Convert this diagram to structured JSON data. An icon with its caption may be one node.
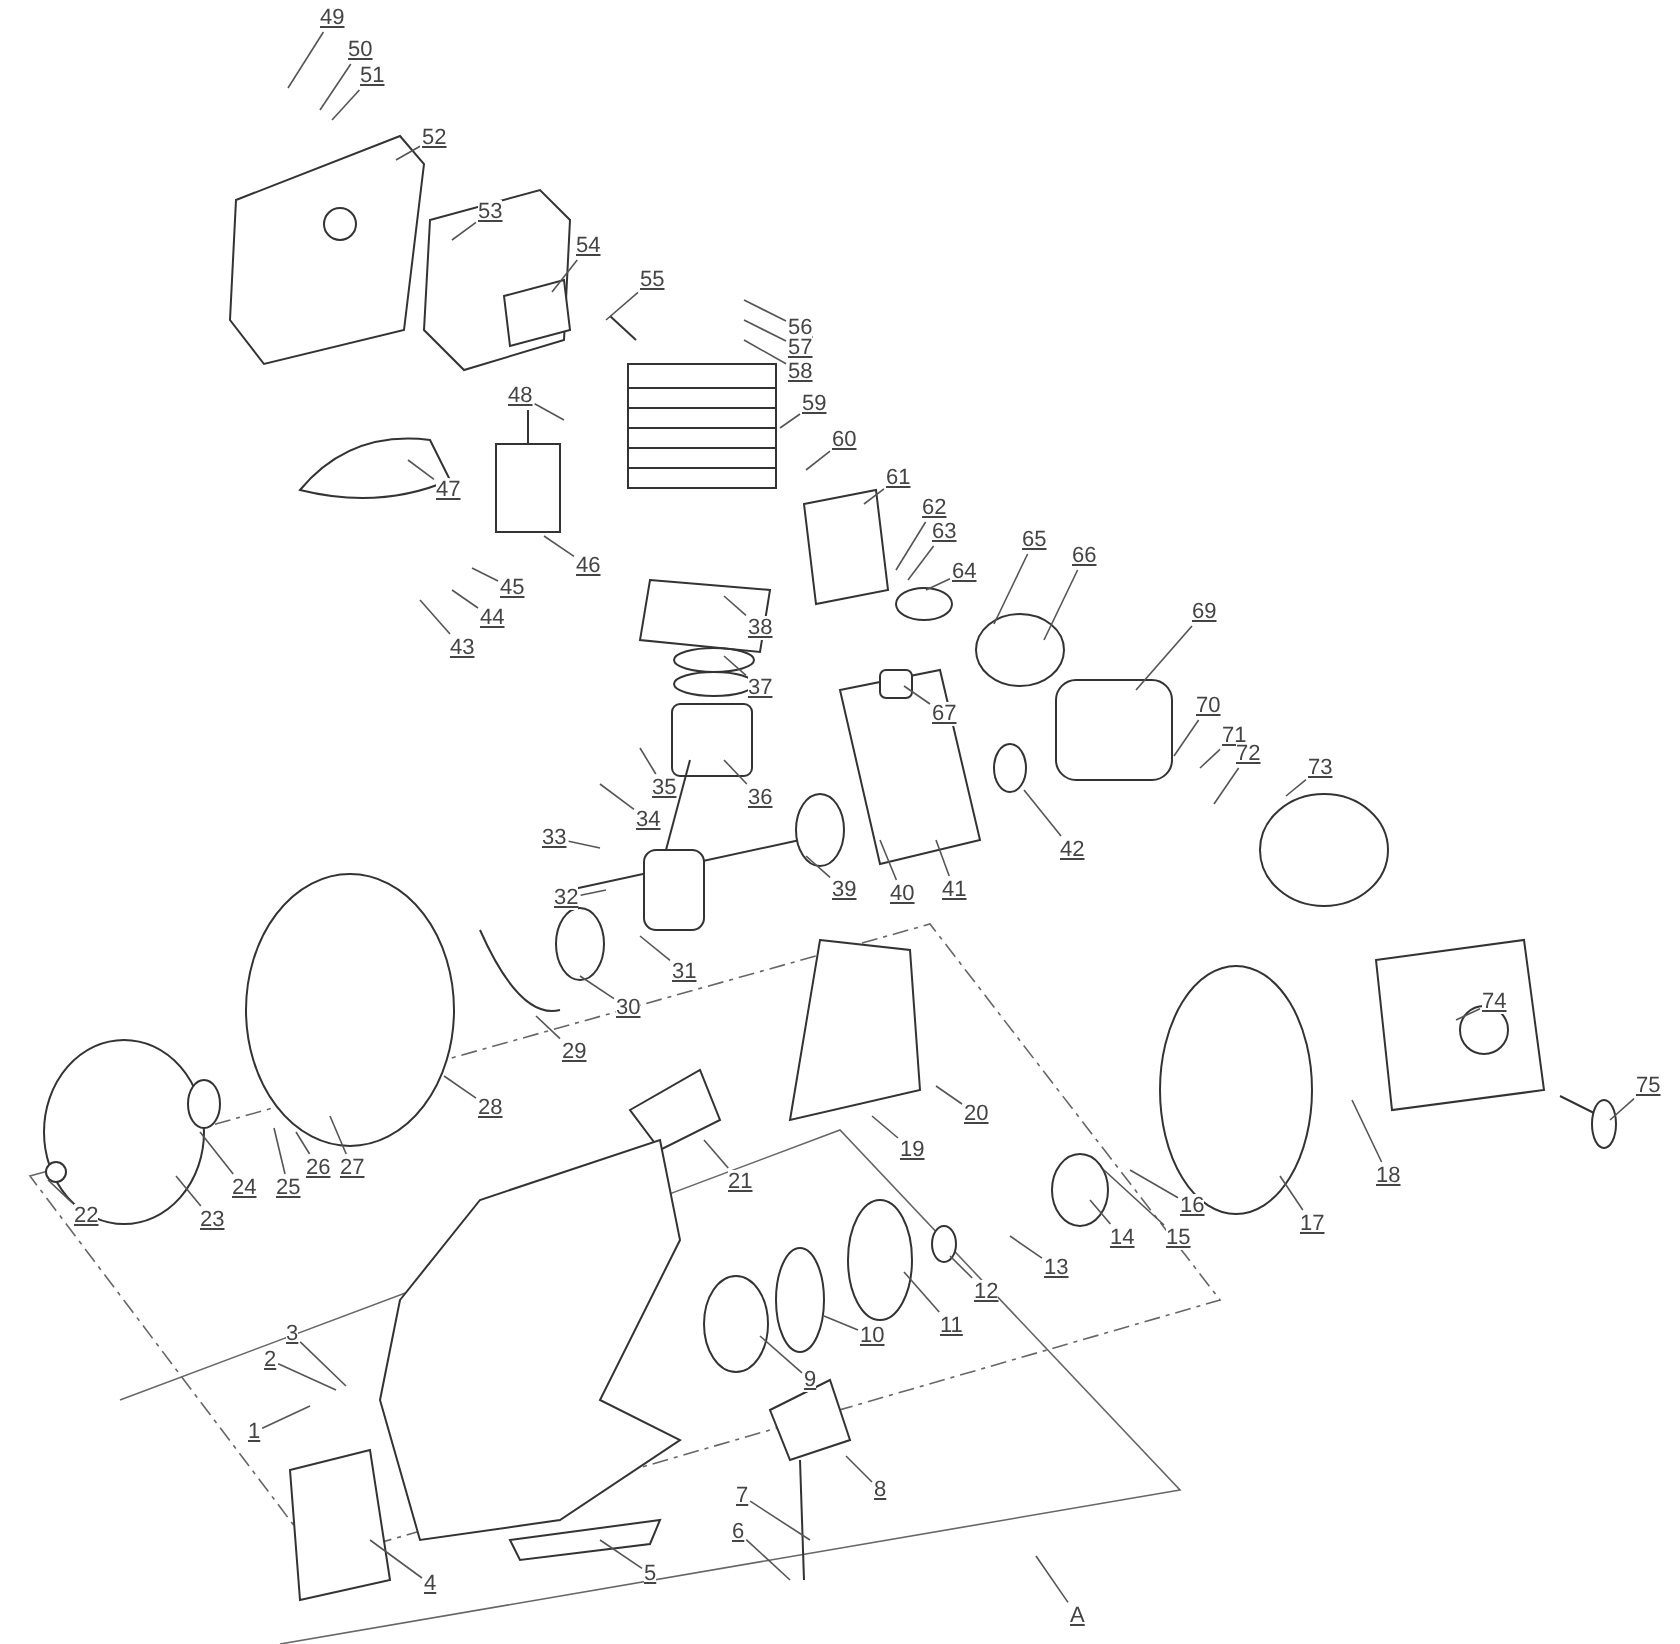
{
  "diagram": {
    "nodes": [
      {
        "text": [
          "1"
        ]
      },
      {
        "text": [
          "2"
        ]
      },
      {
        "text": [
          "3"
        ]
      },
      {
        "text": [
          "4"
        ]
      },
      {
        "text": [
          "5"
        ]
      },
      {
        "text": [
          "6"
        ]
      },
      {
        "text": [
          "7"
        ]
      },
      {
        "text": [
          "8"
        ]
      },
      {
        "text": [
          "9"
        ]
      },
      {
        "text": [
          "10"
        ]
      },
      {
        "text": [
          "11"
        ]
      },
      {
        "text": [
          "12"
        ]
      },
      {
        "text": [
          "13"
        ]
      },
      {
        "text": [
          "14"
        ]
      },
      {
        "text": [
          "15"
        ]
      },
      {
        "text": [
          "16"
        ]
      },
      {
        "text": [
          "17"
        ]
      },
      {
        "text": [
          "18"
        ]
      },
      {
        "text": [
          "19"
        ]
      },
      {
        "text": [
          "20"
        ]
      },
      {
        "text": [
          "21"
        ]
      },
      {
        "text": [
          "22"
        ]
      },
      {
        "text": [
          "23"
        ]
      },
      {
        "text": [
          "24"
        ]
      },
      {
        "text": [
          "25"
        ]
      },
      {
        "text": [
          "26"
        ]
      },
      {
        "text": [
          "27"
        ]
      },
      {
        "text": [
          "28"
        ]
      },
      {
        "text": [
          "29"
        ]
      },
      {
        "text": [
          "30"
        ]
      },
      {
        "text": [
          "31"
        ]
      },
      {
        "text": [
          "32"
        ]
      },
      {
        "text": [
          "33"
        ]
      },
      {
        "text": [
          "34"
        ]
      },
      {
        "text": [
          "35"
        ]
      },
      {
        "text": [
          "36"
        ]
      },
      {
        "text": [
          "37"
        ]
      },
      {
        "text": [
          "38"
        ]
      },
      {
        "text": [
          "39"
        ]
      },
      {
        "text": [
          "40"
        ]
      },
      {
        "text": [
          "41"
        ]
      },
      {
        "text": [
          "42"
        ]
      },
      {
        "text": [
          "43"
        ]
      },
      {
        "text": [
          "44"
        ]
      },
      {
        "text": [
          "45"
        ]
      },
      {
        "text": [
          "46"
        ]
      },
      {
        "text": [
          "47"
        ]
      },
      {
        "text": [
          "48"
        ]
      },
      {
        "text": [
          "49"
        ]
      },
      {
        "text": [
          "50"
        ]
      },
      {
        "text": [
          "51"
        ]
      },
      {
        "text": [
          "52"
        ]
      },
      {
        "text": [
          "53"
        ]
      },
      {
        "text": [
          "54"
        ]
      },
      {
        "text": [
          "55"
        ]
      },
      {
        "text": [
          "56"
        ]
      },
      {
        "text": [
          "57"
        ]
      },
      {
        "text": [
          "58"
        ]
      },
      {
        "text": [
          "59"
        ]
      },
      {
        "text": [
          "60"
        ]
      },
      {
        "text": [
          "61"
        ]
      },
      {
        "text": [
          "62"
        ]
      },
      {
        "text": [
          "63"
        ]
      },
      {
        "text": [
          "64"
        ]
      },
      {
        "text": [
          "65"
        ]
      },
      {
        "text": [
          "66"
        ]
      },
      {
        "text": [
          "67"
        ]
      },
      {
        "text": [
          "69"
        ]
      },
      {
        "text": [
          "70"
        ]
      },
      {
        "text": [
          "71"
        ]
      },
      {
        "text": [
          "72"
        ]
      },
      {
        "text": [
          "73"
        ]
      },
      {
        "text": [
          "74"
        ]
      },
      {
        "text": [
          "75"
        ]
      },
      {
        "text": [
          "A"
        ]
      }
    ],
    "edges": [
      {
        "from": 0,
        "to": null,
        "arrow": "none"
      },
      {
        "from": 1,
        "to": null,
        "arrow": "none"
      },
      {
        "from": 2,
        "to": null,
        "arrow": "none"
      },
      {
        "from": 3,
        "to": null,
        "arrow": "none"
      },
      {
        "from": 4,
        "to": null,
        "arrow": "none"
      },
      {
        "from": 5,
        "to": null,
        "arrow": "none"
      },
      {
        "from": 6,
        "to": null,
        "arrow": "none"
      },
      {
        "from": 7,
        "to": null,
        "arrow": "none"
      },
      {
        "from": 8,
        "to": null,
        "arrow": "none"
      },
      {
        "from": 9,
        "to": null,
        "arrow": "none"
      },
      {
        "from": 10,
        "to": null,
        "arrow": "none"
      },
      {
        "from": 11,
        "to": null,
        "arrow": "none"
      },
      {
        "from": 12,
        "to": null,
        "arrow": "none"
      },
      {
        "from": 13,
        "to": null,
        "arrow": "none"
      },
      {
        "from": 14,
        "to": null,
        "arrow": "none"
      },
      {
        "from": 15,
        "to": null,
        "arrow": "none"
      },
      {
        "from": 16,
        "to": null,
        "arrow": "none"
      },
      {
        "from": 17,
        "to": null,
        "arrow": "none"
      },
      {
        "from": 18,
        "to": null,
        "arrow": "none"
      },
      {
        "from": 19,
        "to": null,
        "arrow": "none"
      },
      {
        "from": 20,
        "to": null,
        "arrow": "none"
      },
      {
        "from": 21,
        "to": null,
        "arrow": "none"
      },
      {
        "from": 22,
        "to": null,
        "arrow": "none"
      },
      {
        "from": 23,
        "to": null,
        "arrow": "none"
      },
      {
        "from": 24,
        "to": null,
        "arrow": "none"
      },
      {
        "from": 25,
        "to": null,
        "arrow": "none"
      },
      {
        "from": 26,
        "to": null,
        "arrow": "none"
      },
      {
        "from": 27,
        "to": null,
        "arrow": "none"
      },
      {
        "from": 28,
        "to": null,
        "arrow": "none"
      },
      {
        "from": 29,
        "to": null,
        "arrow": "none"
      },
      {
        "from": 30,
        "to": null,
        "arrow": "none"
      },
      {
        "from": 31,
        "to": null,
        "arrow": "none"
      },
      {
        "from": 32,
        "to": null,
        "arrow": "none"
      },
      {
        "from": 33,
        "to": null,
        "arrow": "none"
      },
      {
        "from": 34,
        "to": null,
        "arrow": "none"
      },
      {
        "from": 35,
        "to": null,
        "arrow": "none"
      },
      {
        "from": 36,
        "to": null,
        "arrow": "none"
      },
      {
        "from": 37,
        "to": null,
        "arrow": "none"
      },
      {
        "from": 38,
        "to": null,
        "arrow": "none"
      },
      {
        "from": 39,
        "to": null,
        "arrow": "none"
      },
      {
        "from": 40,
        "to": null,
        "arrow": "none"
      },
      {
        "from": 41,
        "to": null,
        "arrow": "none"
      },
      {
        "from": 42,
        "to": null,
        "arrow": "none"
      },
      {
        "from": 43,
        "to": null,
        "arrow": "none"
      },
      {
        "from": 44,
        "to": null,
        "arrow": "none"
      },
      {
        "from": 45,
        "to": null,
        "arrow": "none"
      },
      {
        "from": 46,
        "to": null,
        "arrow": "none"
      },
      {
        "from": 47,
        "to": null,
        "arrow": "none"
      },
      {
        "from": 48,
        "to": null,
        "arrow": "none"
      },
      {
        "from": 49,
        "to": null,
        "arrow": "none"
      },
      {
        "from": 50,
        "to": null,
        "arrow": "none"
      },
      {
        "from": 51,
        "to": null,
        "arrow": "none"
      },
      {
        "from": 52,
        "to": null,
        "arrow": "none"
      },
      {
        "from": 53,
        "to": null,
        "arrow": "none"
      },
      {
        "from": 54,
        "to": null,
        "arrow": "none"
      },
      {
        "from": 55,
        "to": null,
        "arrow": "none"
      },
      {
        "from": 56,
        "to": null,
        "arrow": "none"
      },
      {
        "from": 57,
        "to": null,
        "arrow": "none"
      },
      {
        "from": 58,
        "to": null,
        "arrow": "none"
      },
      {
        "from": 59,
        "to": null,
        "arrow": "none"
      },
      {
        "from": 60,
        "to": null,
        "arrow": "none"
      },
      {
        "from": 61,
        "to": null,
        "arrow": "none"
      },
      {
        "from": 62,
        "to": null,
        "arrow": "none"
      },
      {
        "from": 63,
        "to": null,
        "arrow": "none"
      },
      {
        "from": 64,
        "to": null,
        "arrow": "none"
      },
      {
        "from": 65,
        "to": null,
        "arrow": "none"
      },
      {
        "from": 66,
        "to": null,
        "arrow": "none"
      },
      {
        "from": 67,
        "to": null,
        "arrow": "none"
      },
      {
        "from": 68,
        "to": null,
        "arrow": "none"
      },
      {
        "from": 69,
        "to": null,
        "arrow": "none"
      },
      {
        "from": 70,
        "to": null,
        "arrow": "none"
      },
      {
        "from": 71,
        "to": null,
        "arrow": "none"
      },
      {
        "from": 72,
        "to": null,
        "arrow": "none"
      },
      {
        "from": 73,
        "to": null,
        "arrow": "none"
      },
      {
        "from": 74,
        "to": null,
        "arrow": "none"
      }
    ]
  }
}
